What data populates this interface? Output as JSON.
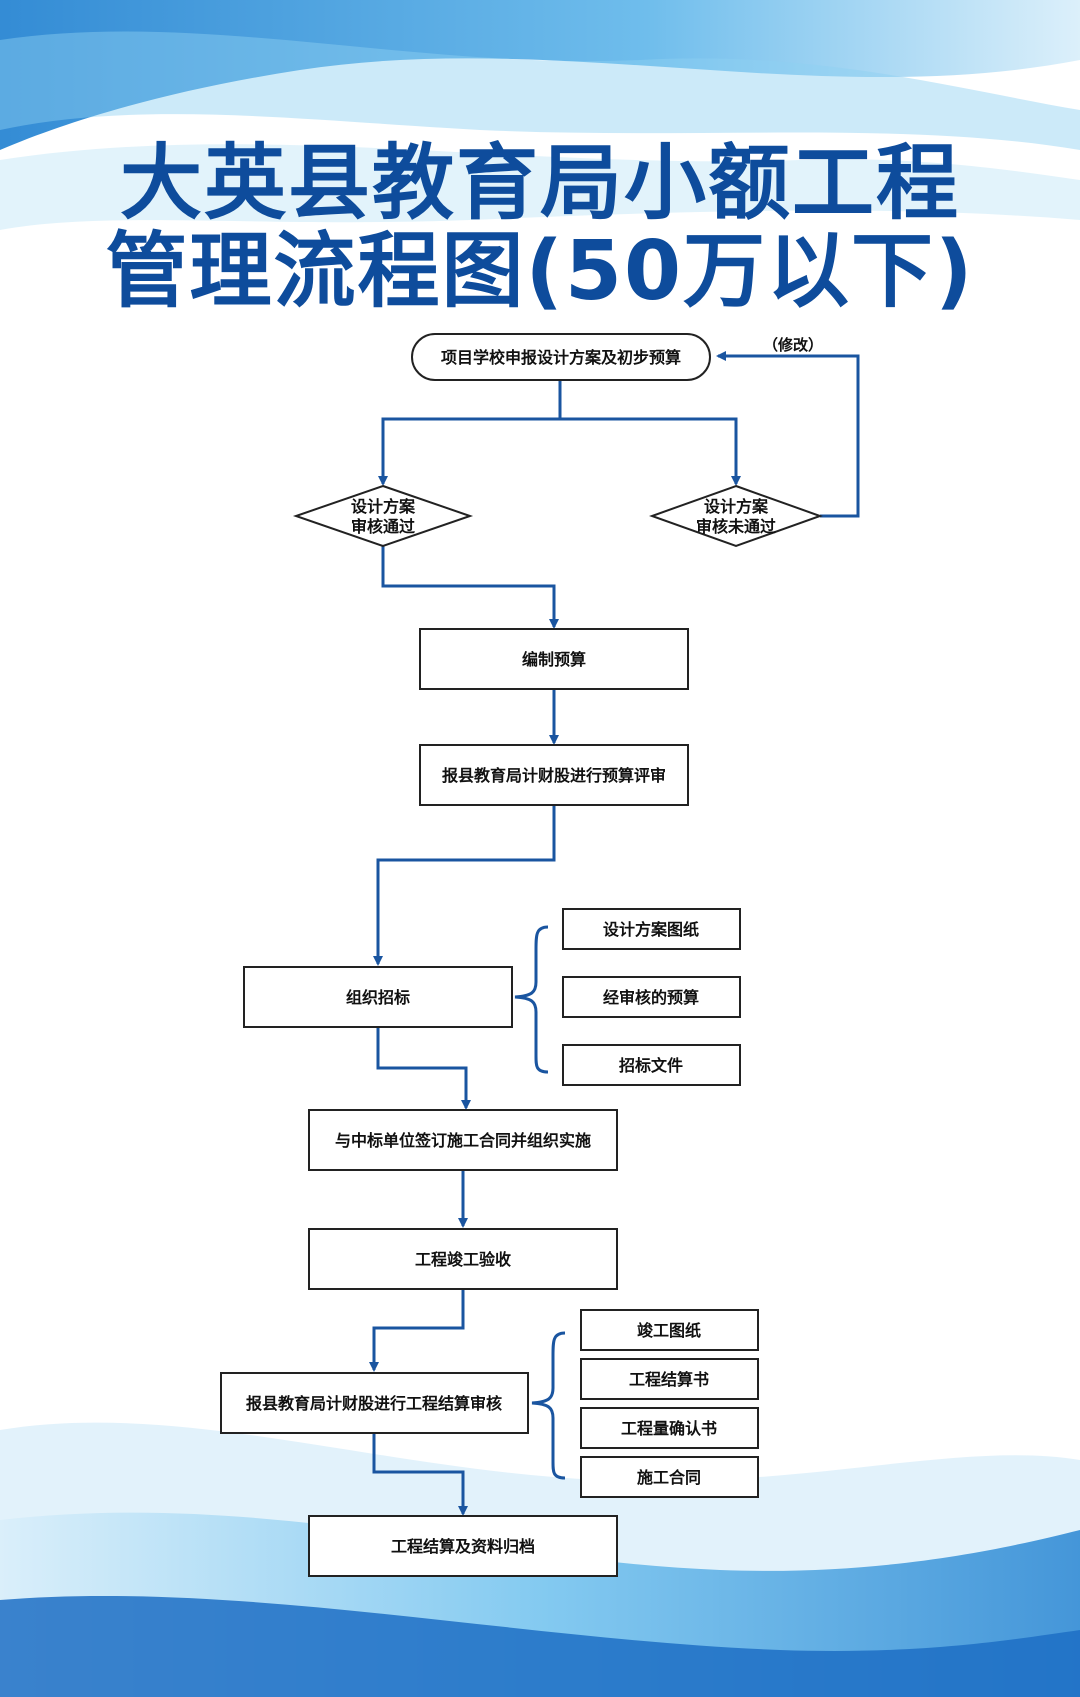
{
  "title": {
    "line1": "大英县教育局小额工程",
    "line2": "管理流程图(50万以下)"
  },
  "colors": {
    "title": "#0e4c9c",
    "connector": "#1a55a0",
    "box_border": "#222222"
  },
  "flow": {
    "start": "项目学校申报设计方案及初步预算",
    "revise_note": "（修改）",
    "pass_line1": "设计方案",
    "pass_line2": "审核通过",
    "fail_line1": "设计方案",
    "fail_line2": "审核未通过",
    "budget": "编制预算",
    "review": "报县教育局计财股进行预算评审",
    "bidding": "组织招标",
    "bid_docs": [
      "设计方案图纸",
      "经审核的预算",
      "招标文件"
    ],
    "contract": "与中标单位签订施工合同并组织实施",
    "acceptance": "工程竣工验收",
    "settlement_review": "报县教育局计财股进行工程结算审核",
    "settlement_docs": [
      "竣工图纸",
      "工程结算书",
      "工程量确认书",
      "施工合同"
    ],
    "archive": "工程结算及资料归档"
  }
}
